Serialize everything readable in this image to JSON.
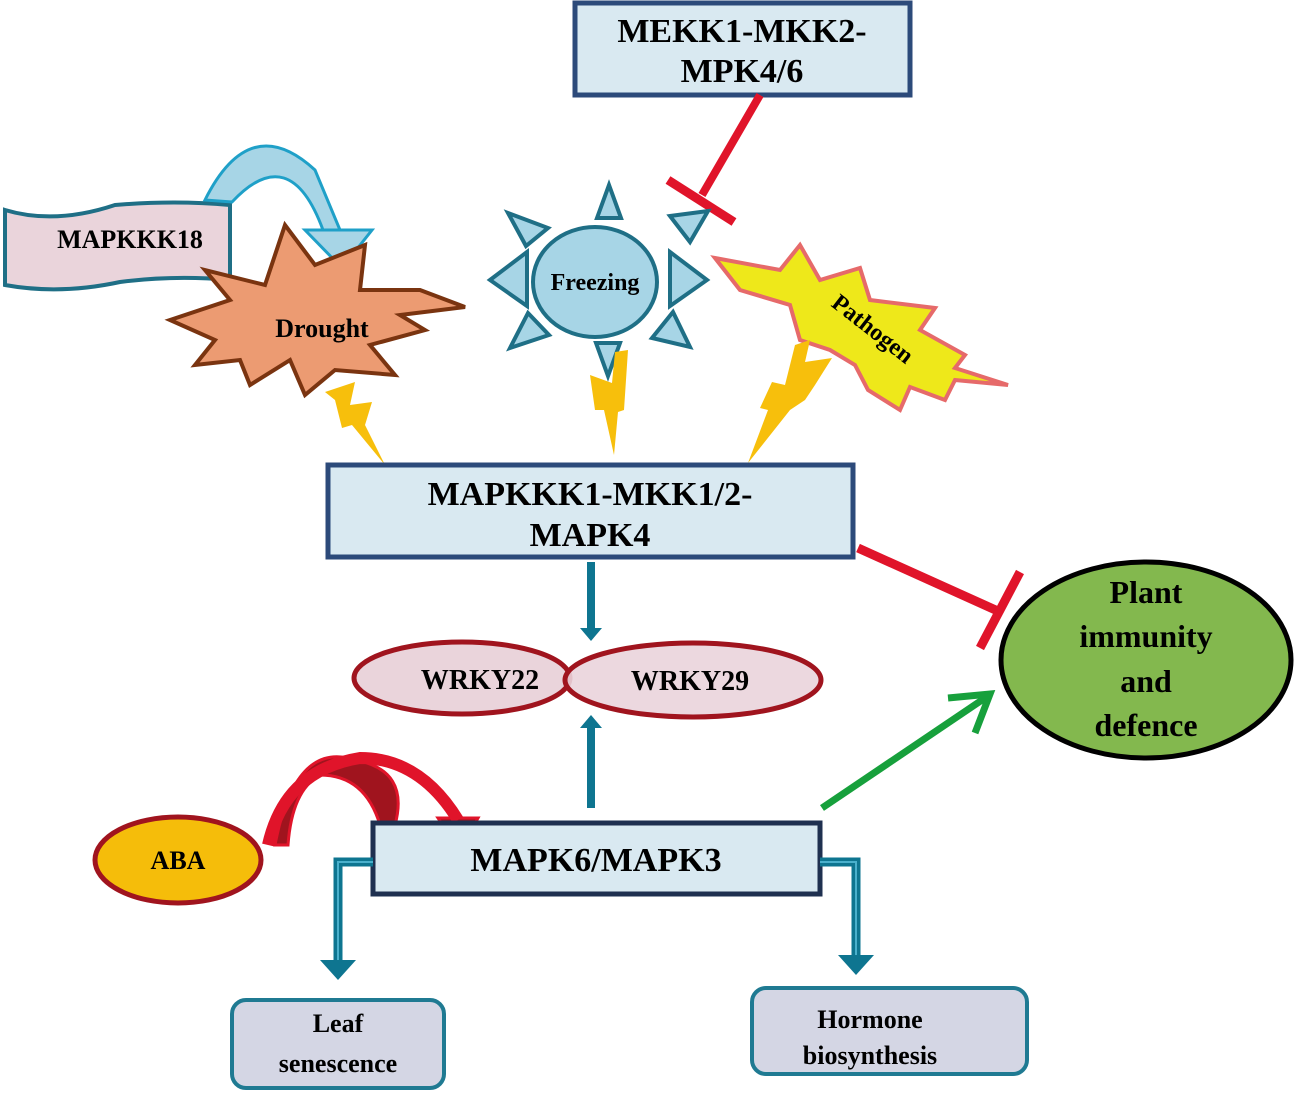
{
  "nodes": {
    "mekk1": {
      "line1": "MEKK1-MKK2-",
      "line2": "MPK4/6"
    },
    "mapkkk18": {
      "label": "MAPKKK18"
    },
    "drought": {
      "label": "Drought"
    },
    "freezing": {
      "label": "Freezing"
    },
    "pathogen": {
      "label": "Pathogen"
    },
    "mapkkk1": {
      "line1": "MAPKKK1-MKK1/2-",
      "line2": "MAPK4"
    },
    "wrky22": {
      "label": "WRKY22"
    },
    "wrky29": {
      "label": "WRKY29"
    },
    "immunity": {
      "line1": "Plant",
      "line2": "immunity",
      "line3": "and",
      "line4": "defence"
    },
    "aba": {
      "label": "ABA"
    },
    "mapk6": {
      "label": "MAPK6/MAPK3"
    },
    "leaf": {
      "line1": "Leaf",
      "line2": "senescence"
    },
    "hormone": {
      "line1": "Hormone",
      "line2": "biosynthesis"
    }
  },
  "edges": [
    {
      "from": "MEKK1-MKK2-MPK4/6",
      "to": "Freezing/Pathogen",
      "type": "inhibition"
    },
    {
      "from": "MAPKKK18",
      "to": "Drought",
      "type": "activation"
    },
    {
      "from": "Drought",
      "to": "MAPKKK1-MKK1/2-MAPK4",
      "type": "stimulus"
    },
    {
      "from": "Freezing",
      "to": "MAPKKK1-MKK1/2-MAPK4",
      "type": "stimulus"
    },
    {
      "from": "Pathogen",
      "to": "MAPKKK1-MKK1/2-MAPK4",
      "type": "stimulus"
    },
    {
      "from": "MAPKKK1-MKK1/2-MAPK4",
      "to": "WRKY22/WRKY29",
      "type": "activation"
    },
    {
      "from": "MAPKKK1-MKK1/2-MAPK4",
      "to": "Plant immunity and defence",
      "type": "inhibition"
    },
    {
      "from": "MAPK6/MAPK3",
      "to": "WRKY22/WRKY29",
      "type": "activation"
    },
    {
      "from": "MAPK6/MAPK3",
      "to": "Plant immunity and defence",
      "type": "activation"
    },
    {
      "from": "ABA",
      "to": "MAPK6/MAPK3",
      "type": "activation"
    },
    {
      "from": "MAPK6/MAPK3",
      "to": "Leaf senescence",
      "type": "activation"
    },
    {
      "from": "MAPK6/MAPK3",
      "to": "Hormone biosynthesis",
      "type": "activation"
    }
  ],
  "colors": {
    "box_fill": "#d9e9f1",
    "box_stroke": "#2c4a7a",
    "inhibit": "#e0142a",
    "activate_teal": "#0e7590",
    "activate_green": "#17a03c",
    "bolt": "#f7bf0c",
    "wrky_fill": "#ead4db",
    "wrky_stroke": "#a0141e",
    "immunity_fill": "#83b84e",
    "aba_fill": "#f5bd0a",
    "drought_fill": "#ec9b72",
    "pathogen_fill": "#eee81a",
    "freezing_fill": "#a7d5e6"
  }
}
